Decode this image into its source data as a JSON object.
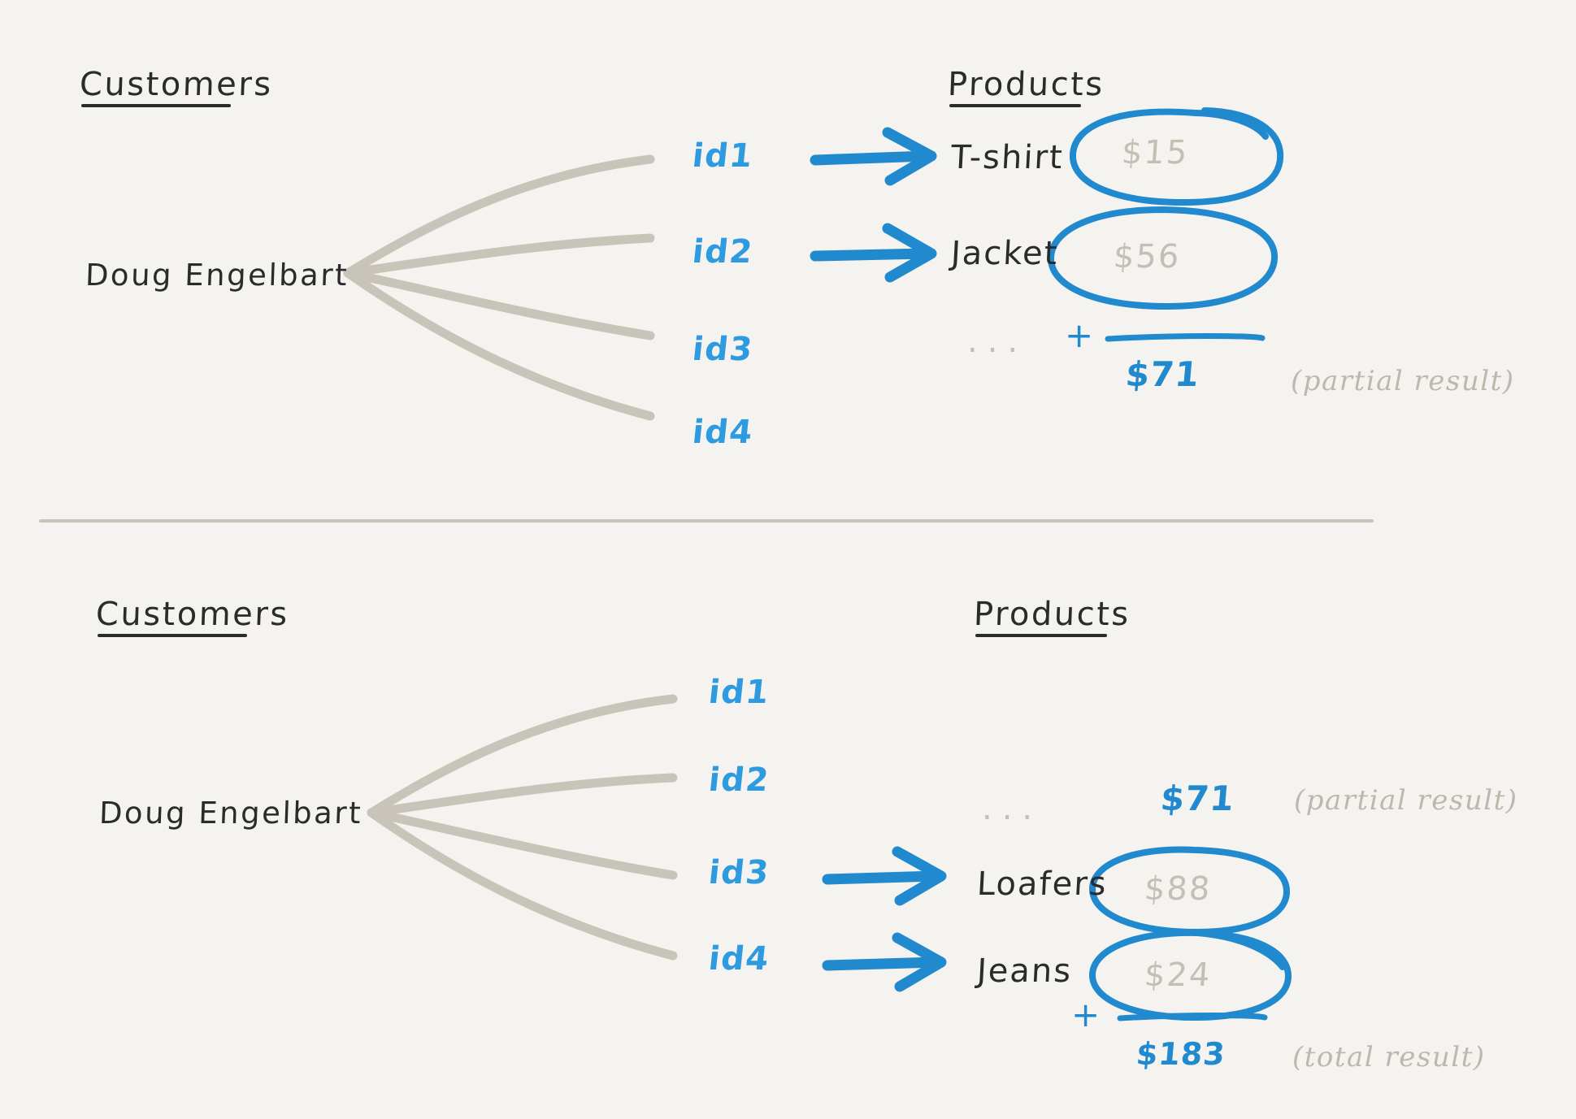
{
  "meta": {
    "background_color": "#f4f3ef",
    "accent_blue": "#2189ce",
    "id_blue": "#2e9ae0",
    "ink_dark": "#2b2b2b",
    "muted_gray": "#c3bfb5",
    "line_gray": "#c9c4ba"
  },
  "panels": [
    {
      "id": "top-panel",
      "customers_heading": "Customers",
      "products_heading": "Products",
      "customer_name": "Doug Engelbart",
      "ids": [
        "id1",
        "id2",
        "id3",
        "id4"
      ],
      "rows": [
        {
          "id": "id1",
          "has_arrow": true,
          "product": "T-shirt",
          "price": "$15",
          "circled": true
        },
        {
          "id": "id2",
          "has_arrow": true,
          "product": "Jacket",
          "price": "$56",
          "circled": true
        },
        {
          "id": "id3",
          "has_arrow": false,
          "product": "",
          "price": "",
          "circled": false
        },
        {
          "id": "id4",
          "has_arrow": false,
          "product": "",
          "price": "",
          "circled": false
        }
      ],
      "ellipsis": "...",
      "plus_sign": "+",
      "sum_value": "$71",
      "sum_note": "(partial result)"
    },
    {
      "id": "bottom-panel",
      "customers_heading": "Customers",
      "products_heading": "Products",
      "customer_name": "Doug Engelbart",
      "ids": [
        "id1",
        "id2",
        "id3",
        "id4"
      ],
      "rows": [
        {
          "id": "id1",
          "has_arrow": false,
          "product": "",
          "price": "",
          "circled": false
        },
        {
          "id": "id2",
          "has_arrow": false,
          "product": "",
          "price": "",
          "circled": false
        },
        {
          "id": "id3",
          "has_arrow": true,
          "product": "Loafers",
          "price": "$88",
          "circled": true
        },
        {
          "id": "id4",
          "has_arrow": true,
          "product": "Jeans",
          "price": "$24",
          "circled": true
        }
      ],
      "ellipsis": "...",
      "carry_value": "$71",
      "carry_note": "(partial result)",
      "plus_sign": "+",
      "sum_value": "$183",
      "sum_note": "(total result)"
    }
  ]
}
